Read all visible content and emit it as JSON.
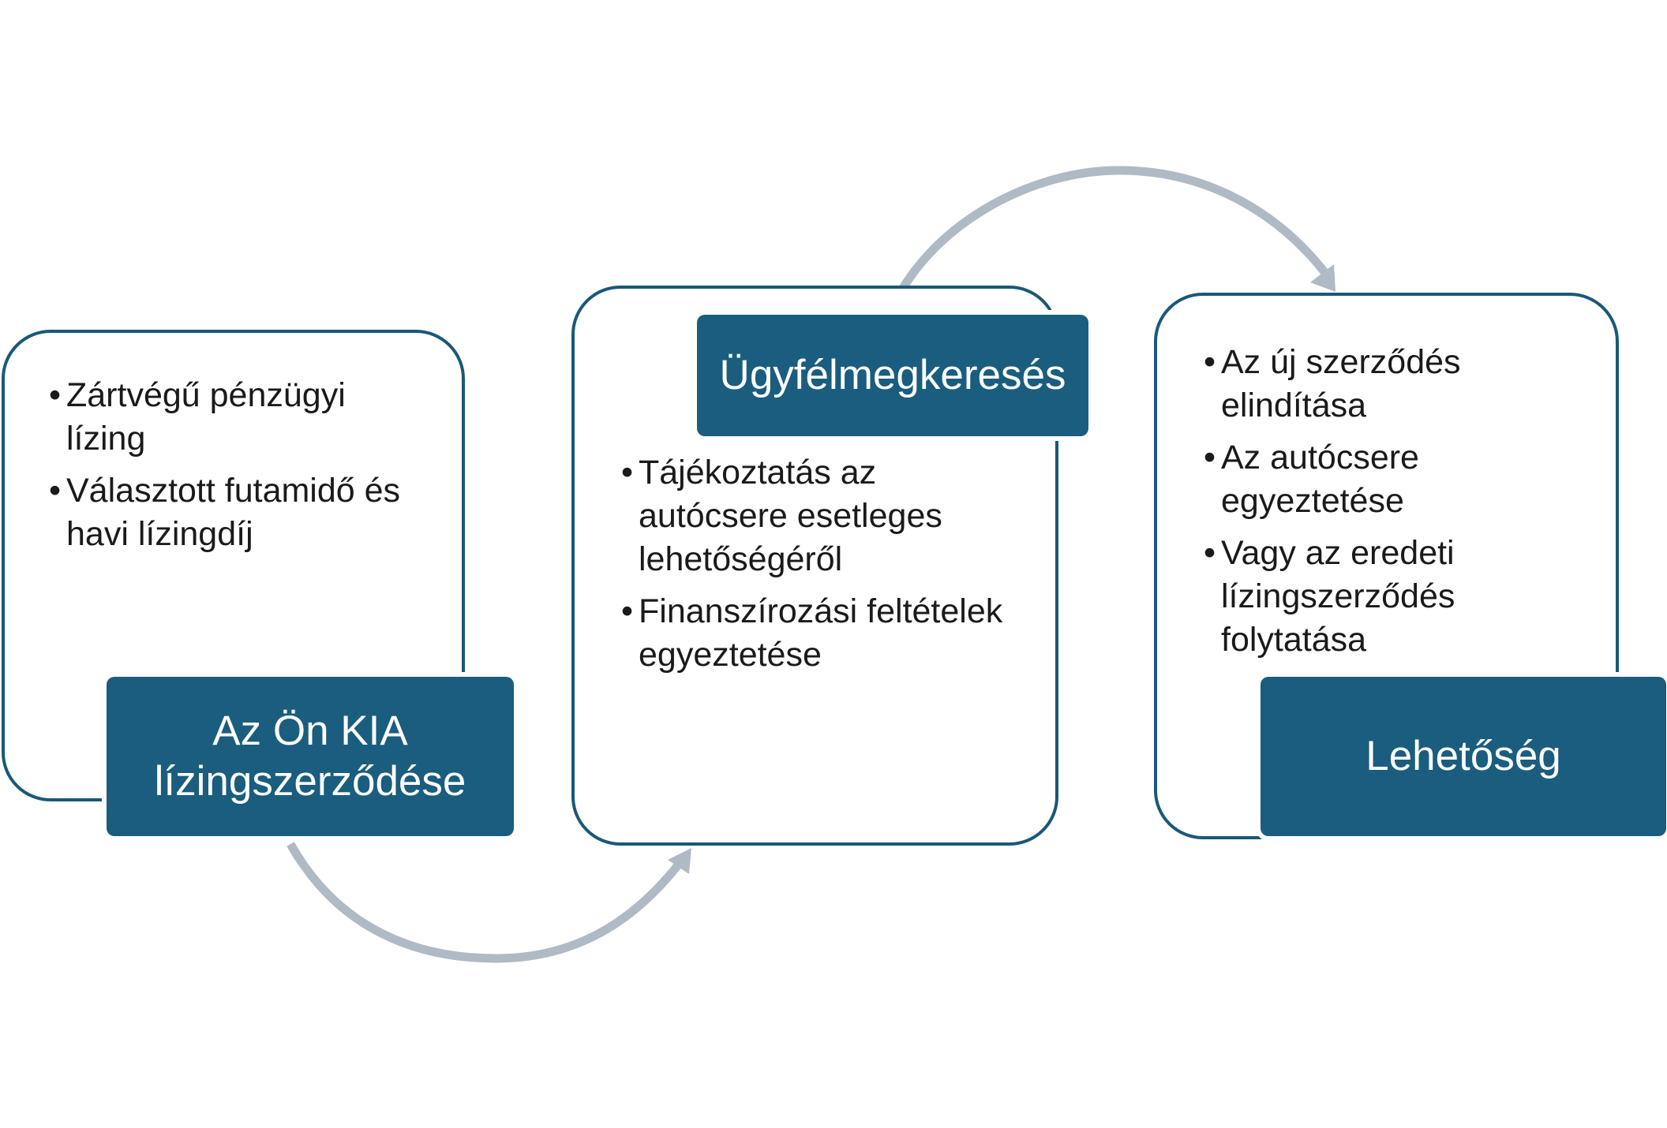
{
  "steps": [
    {
      "title": "Az Ön KIA lízingszerződése",
      "bullets": [
        "Zártvégű pénzügyi lízing",
        "Választott futamidő és havi lízingdíj"
      ]
    },
    {
      "title": "Ügyfélmegkeresés",
      "bullets": [
        "Tájékoztatás az autócsere esetleges lehetőségéről",
        "Finanszírozási feltételek egyeztetése"
      ]
    },
    {
      "title": "Lehetőség",
      "bullets": [
        "Az új szerződés elindítása",
        "Az autócsere egyeztetése",
        "Vagy az eredeti lízingszerződés folytatása"
      ]
    }
  ],
  "colors": {
    "label_fill": "#1a5d7e",
    "outline": "#1a5878",
    "arrow": "#b0bac4",
    "label_text": "#ffffff"
  }
}
